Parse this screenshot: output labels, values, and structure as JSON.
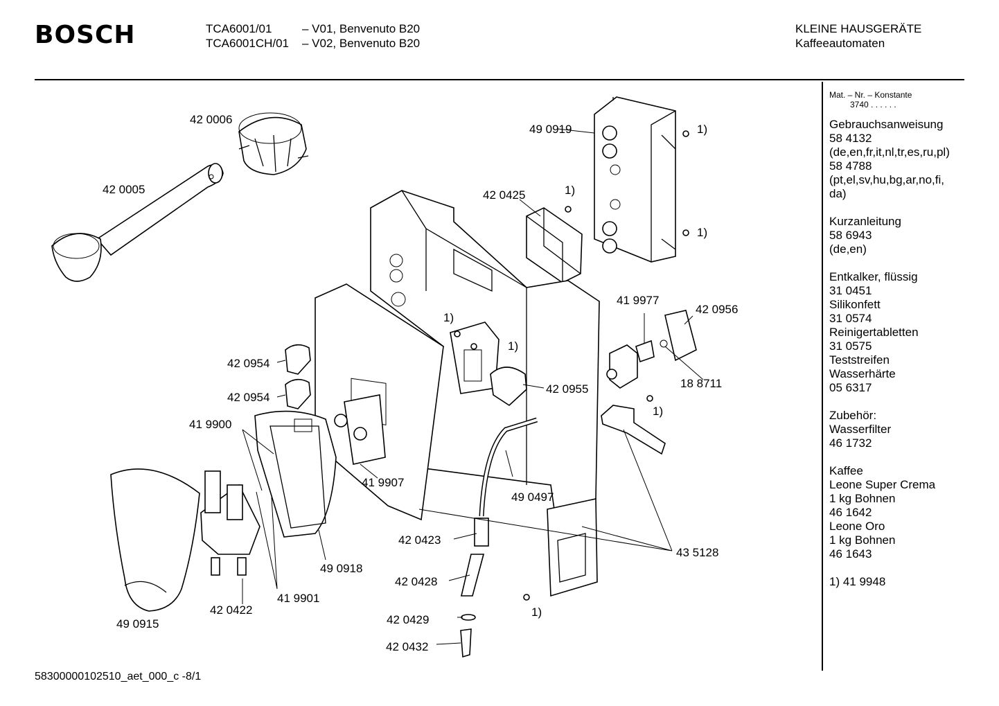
{
  "header": {
    "brand": "BOSCH",
    "model_1": "TCA6001/01",
    "variant_1": "– V01, Benvenuto B20",
    "model_2": "TCA6001CH/01",
    "variant_2": "– V02, Benvenuto B20",
    "category": "KLEINE HAUSGERÄTE",
    "subcategory": "Kaffeeautomaten"
  },
  "sidebar": {
    "mat_label": "Mat. – Nr. – Konstante",
    "mat_value": "3740  .  .  .  .  .  .",
    "groups": [
      [
        "Gebrauchsanweisung",
        "58 4132",
        "(de,en,fr,it,nl,tr,es,ru,pl)",
        "58 4788",
        "(pt,el,sv,hu,bg,ar,no,fi,",
        "da)"
      ],
      [
        "Kurzanleitung",
        "58 6943",
        "(de,en)"
      ],
      [
        "Entkalker, flüssig",
        "31 0451",
        "Silikonfett",
        "31 0574",
        "Reinigertabletten",
        "31 0575",
        "Teststreifen",
        "Wasserhärte",
        "05 6317"
      ],
      [
        "Zubehör:",
        "Wasserfilter",
        "46 1732"
      ],
      [
        "Kaffee",
        "Leone Super Crema",
        "1 kg Bohnen",
        "46 1642",
        "Leone Oro",
        "1 kg Bohnen",
        "46 1643"
      ],
      [
        "1)  41 9948"
      ]
    ]
  },
  "labels": {
    "p420006": "42 0006",
    "p420005": "42 0005",
    "p490919": "49 0919",
    "fn_a": "1)",
    "fn_b": "1)",
    "fn_c": "1)",
    "fn_d": "1)",
    "fn_e": "1)",
    "fn_f": "1)",
    "fn_g": "1)",
    "p420425": "42 0425",
    "p419977": "41 9977",
    "p420956": "42 0956",
    "p420954a": "42 0954",
    "p420954b": "42 0954",
    "p420955": "42 0955",
    "p188711": "18 8711",
    "p419900": "41 9900",
    "p419907": "41 9907",
    "p490497": "49 0497",
    "p420423": "42 0423",
    "p435128": "43 5128",
    "p490918": "49 0918",
    "p420428": "42 0428",
    "p419901": "41 9901",
    "p420422": "42 0422",
    "p420429": "42 0429",
    "p490915": "49 0915",
    "p420432": "42 0432"
  },
  "footer": {
    "doc_id": "58300000102510_aet_000_c -8/1"
  }
}
